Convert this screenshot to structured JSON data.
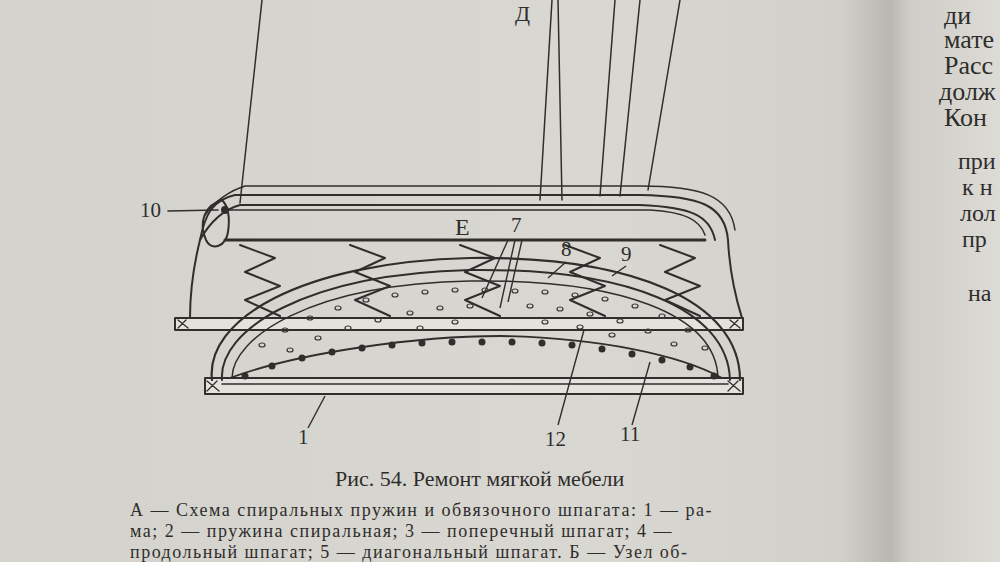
{
  "diagram": {
    "caption": "Рис. 54. Ремонт мягкой мебели",
    "labels": [
      "Д",
      "10",
      "Е",
      "7",
      "8",
      "9",
      "1",
      "12",
      "11",
      "А — Схема спиральных пружин и обвязочного шпагата: 1 — ра-",
      "ма; 2 — пружина спиральная; 3 — поперечный шпагат; 4 —",
      "продольный шпагат; 5 — диагональный шпагат. Б — Узел об-",
      "ди",
      "мате",
      "Расс",
      "долж",
      "Кон",
      "при",
      "к н",
      "лол",
      "пр",
      "на"
    ]
  }
}
